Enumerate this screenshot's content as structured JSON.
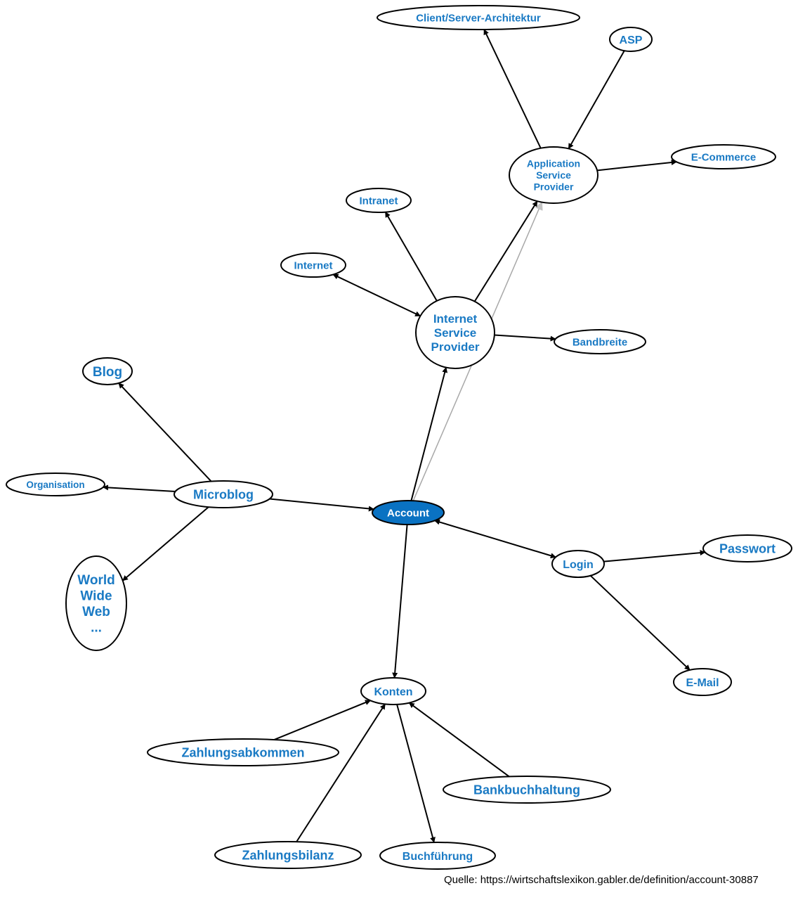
{
  "nodes": [
    {
      "id": "account",
      "label": [
        "Account"
      ],
      "style": "center"
    },
    {
      "id": "isp",
      "label": [
        "Internet",
        "Service",
        "Provider"
      ]
    },
    {
      "id": "asp_full",
      "label": [
        "Application",
        "Service",
        "Provider"
      ]
    },
    {
      "id": "client_server",
      "label": [
        "Client/Server-Architektur"
      ]
    },
    {
      "id": "asp",
      "label": [
        "ASP"
      ]
    },
    {
      "id": "ecommerce",
      "label": [
        "E-Commerce"
      ]
    },
    {
      "id": "intranet",
      "label": [
        "Intranet"
      ]
    },
    {
      "id": "internet",
      "label": [
        "Internet"
      ]
    },
    {
      "id": "bandbreite",
      "label": [
        "Bandbreite"
      ]
    },
    {
      "id": "blog",
      "label": [
        "Blog"
      ]
    },
    {
      "id": "organisation",
      "label": [
        "Organisation"
      ]
    },
    {
      "id": "microblog",
      "label": [
        "Microblog"
      ]
    },
    {
      "id": "www",
      "label": [
        "World",
        "Wide",
        "Web",
        "..."
      ]
    },
    {
      "id": "login",
      "label": [
        "Login"
      ]
    },
    {
      "id": "passwort",
      "label": [
        "Passwort"
      ]
    },
    {
      "id": "email",
      "label": [
        "E-Mail"
      ]
    },
    {
      "id": "konten",
      "label": [
        "Konten"
      ]
    },
    {
      "id": "zahlungsabkommen",
      "label": [
        "Zahlungsabkommen"
      ]
    },
    {
      "id": "bankbuchhaltung",
      "label": [
        "Bankbuchhaltung"
      ]
    },
    {
      "id": "zahlungsbilanz",
      "label": [
        "Zahlungsbilanz"
      ]
    },
    {
      "id": "buchfuehrung",
      "label": [
        "Buchführung"
      ]
    }
  ],
  "edges": [
    {
      "from": "account",
      "to": "isp"
    },
    {
      "from": "account",
      "to": "asp_full",
      "style": "grey"
    },
    {
      "from": "isp",
      "to": "asp_full"
    },
    {
      "from": "isp",
      "to": "intranet"
    },
    {
      "from": "isp",
      "to": "internet",
      "bidirectional": true
    },
    {
      "from": "isp",
      "to": "bandbreite"
    },
    {
      "from": "asp_full",
      "to": "client_server"
    },
    {
      "from": "asp",
      "to": "asp_full"
    },
    {
      "from": "asp_full",
      "to": "ecommerce"
    },
    {
      "from": "microblog",
      "to": "blog"
    },
    {
      "from": "microblog",
      "to": "organisation"
    },
    {
      "from": "microblog",
      "to": "www"
    },
    {
      "from": "microblog",
      "to": "account"
    },
    {
      "from": "account",
      "to": "login",
      "bidirectional": true
    },
    {
      "from": "login",
      "to": "passwort"
    },
    {
      "from": "login",
      "to": "email"
    },
    {
      "from": "account",
      "to": "konten"
    },
    {
      "from": "zahlungsabkommen",
      "to": "konten"
    },
    {
      "from": "bankbuchhaltung",
      "to": "konten"
    },
    {
      "from": "zahlungsbilanz",
      "to": "konten"
    },
    {
      "from": "konten",
      "to": "buchfuehrung"
    }
  ],
  "source": "Quelle: https://wirtschaftslexikon.gabler.de/definition/account-30887"
}
